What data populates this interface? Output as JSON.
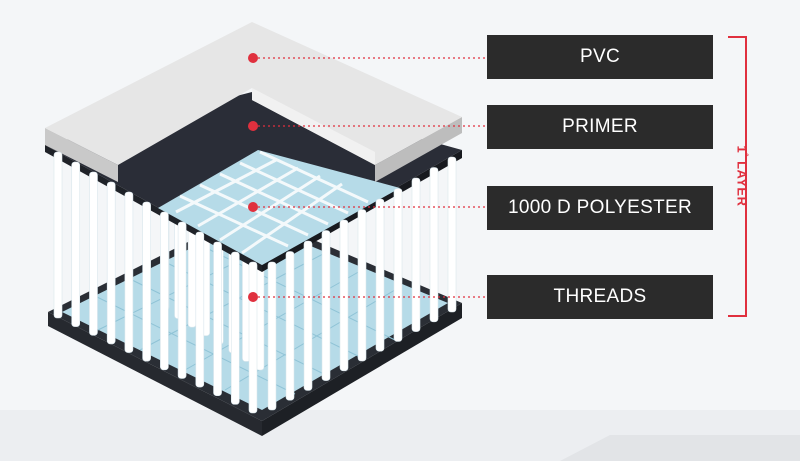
{
  "labels": {
    "pvc": "PVC",
    "primer": "PRIMER",
    "polyester": "1000 D POLYESTER",
    "threads": "THREADS"
  },
  "bracket": {
    "number": "1",
    "superscript": "°",
    "text": " LAYER"
  },
  "colors": {
    "accent": "#e0303e",
    "label_bg": "#2b2b2b",
    "label_text": "#ffffff",
    "pvc_top": "#e6e6e6",
    "primer": "#2a2d37",
    "fabric": "#b6dbe8",
    "threads": "#ffffff"
  }
}
